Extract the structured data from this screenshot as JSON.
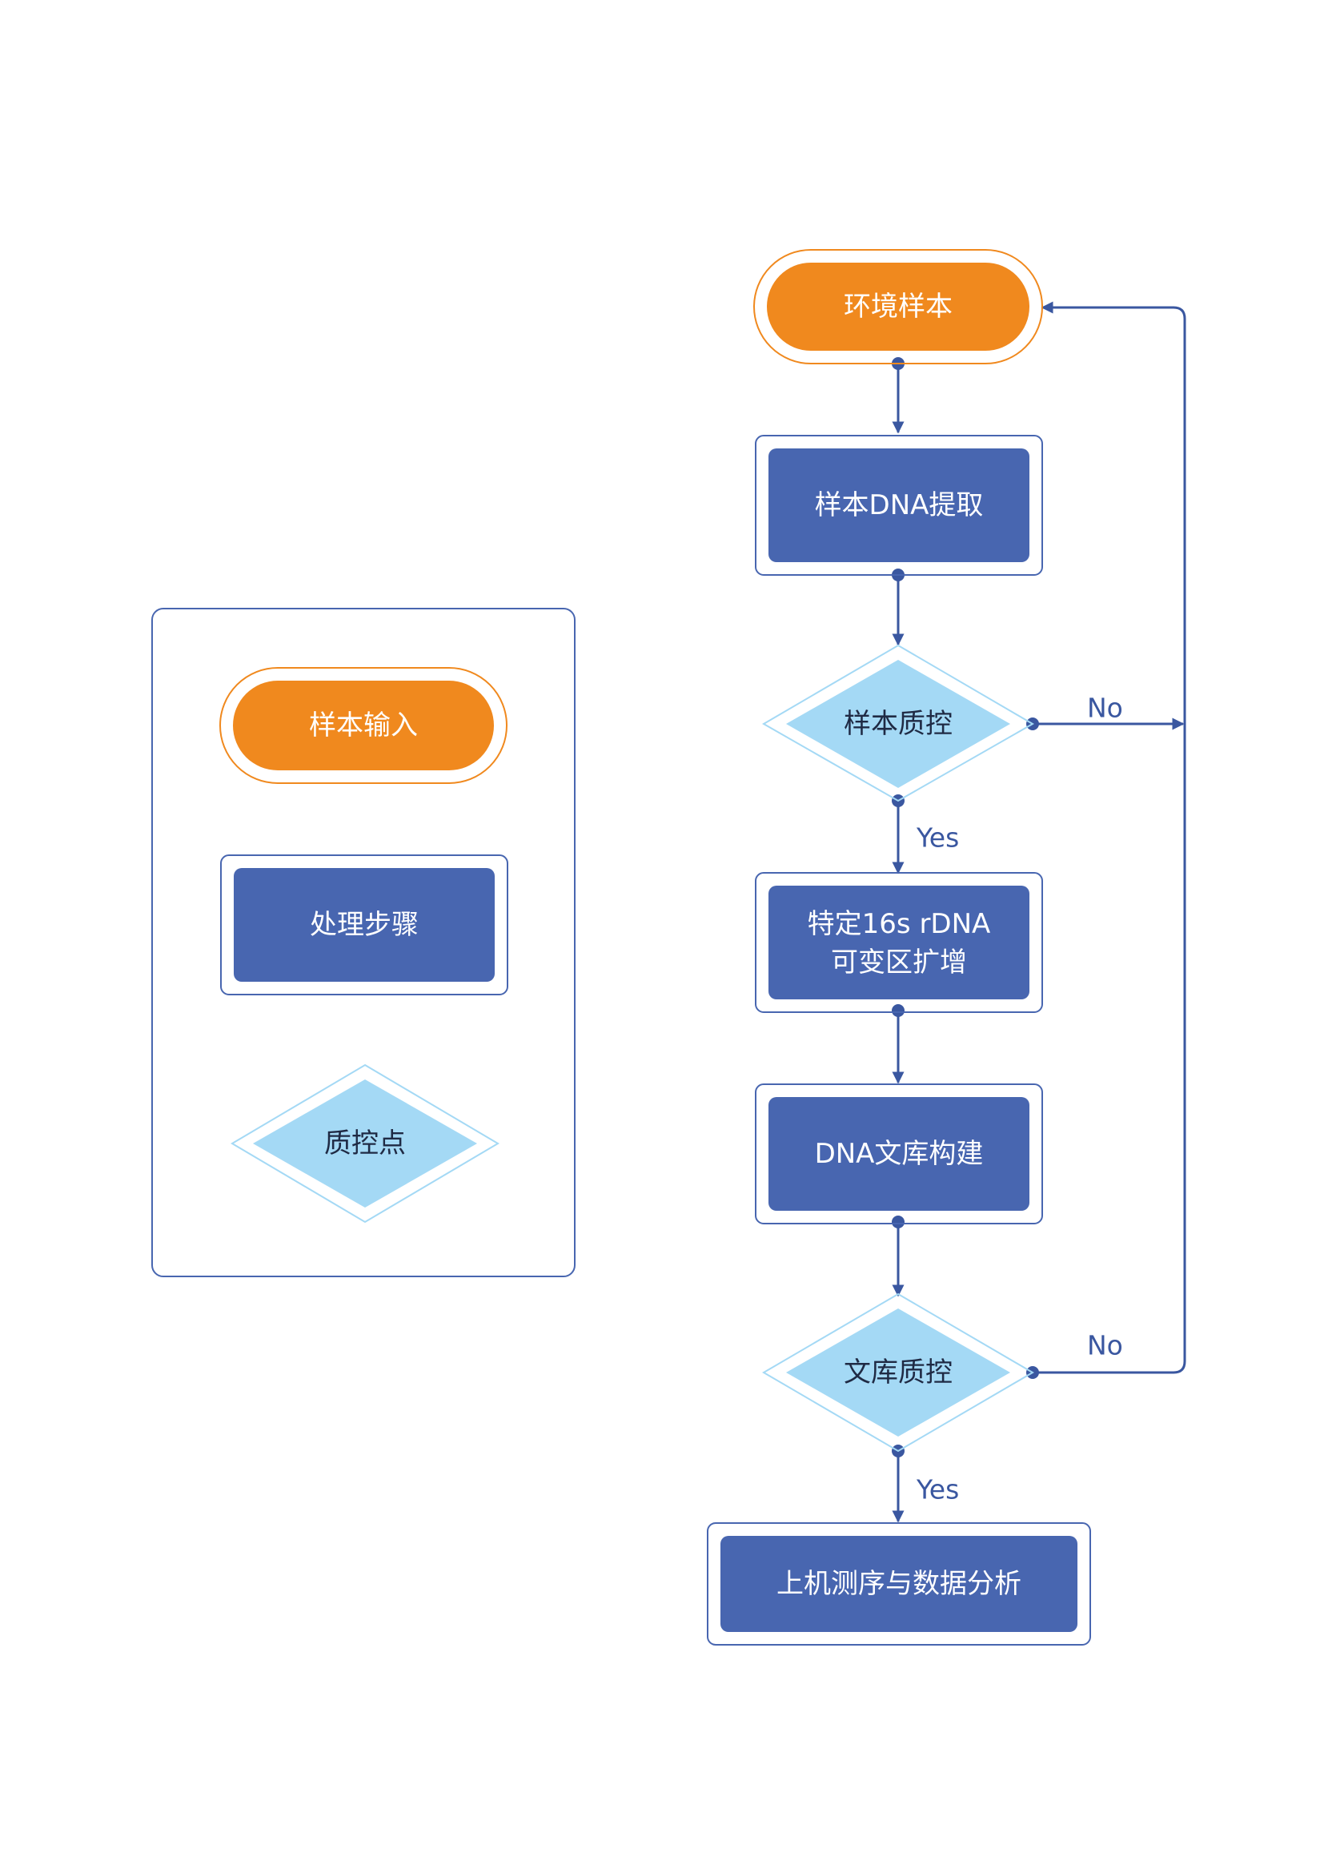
{
  "legend": {
    "input_label": "样本输入",
    "process_label": "处理步骤",
    "qc_label": "质控点"
  },
  "nodes": {
    "start": "环境样本",
    "extract": "样本DNA提取",
    "sample_qc": "样本质控",
    "amplify_line1": "特定16s rDNA",
    "amplify_line2": "可变区扩增",
    "library": "DNA文库构建",
    "library_qc": "文库质控",
    "sequencing": "上机测序与数据分析"
  },
  "edges": {
    "sample_qc_yes": "Yes",
    "sample_qc_no": "No",
    "library_qc_yes": "Yes",
    "library_qc_no": "No"
  },
  "colors": {
    "orange": "#f0891e",
    "blue": "#4866b0",
    "light_blue": "#a4d9f5",
    "line": "#3a57a0"
  }
}
